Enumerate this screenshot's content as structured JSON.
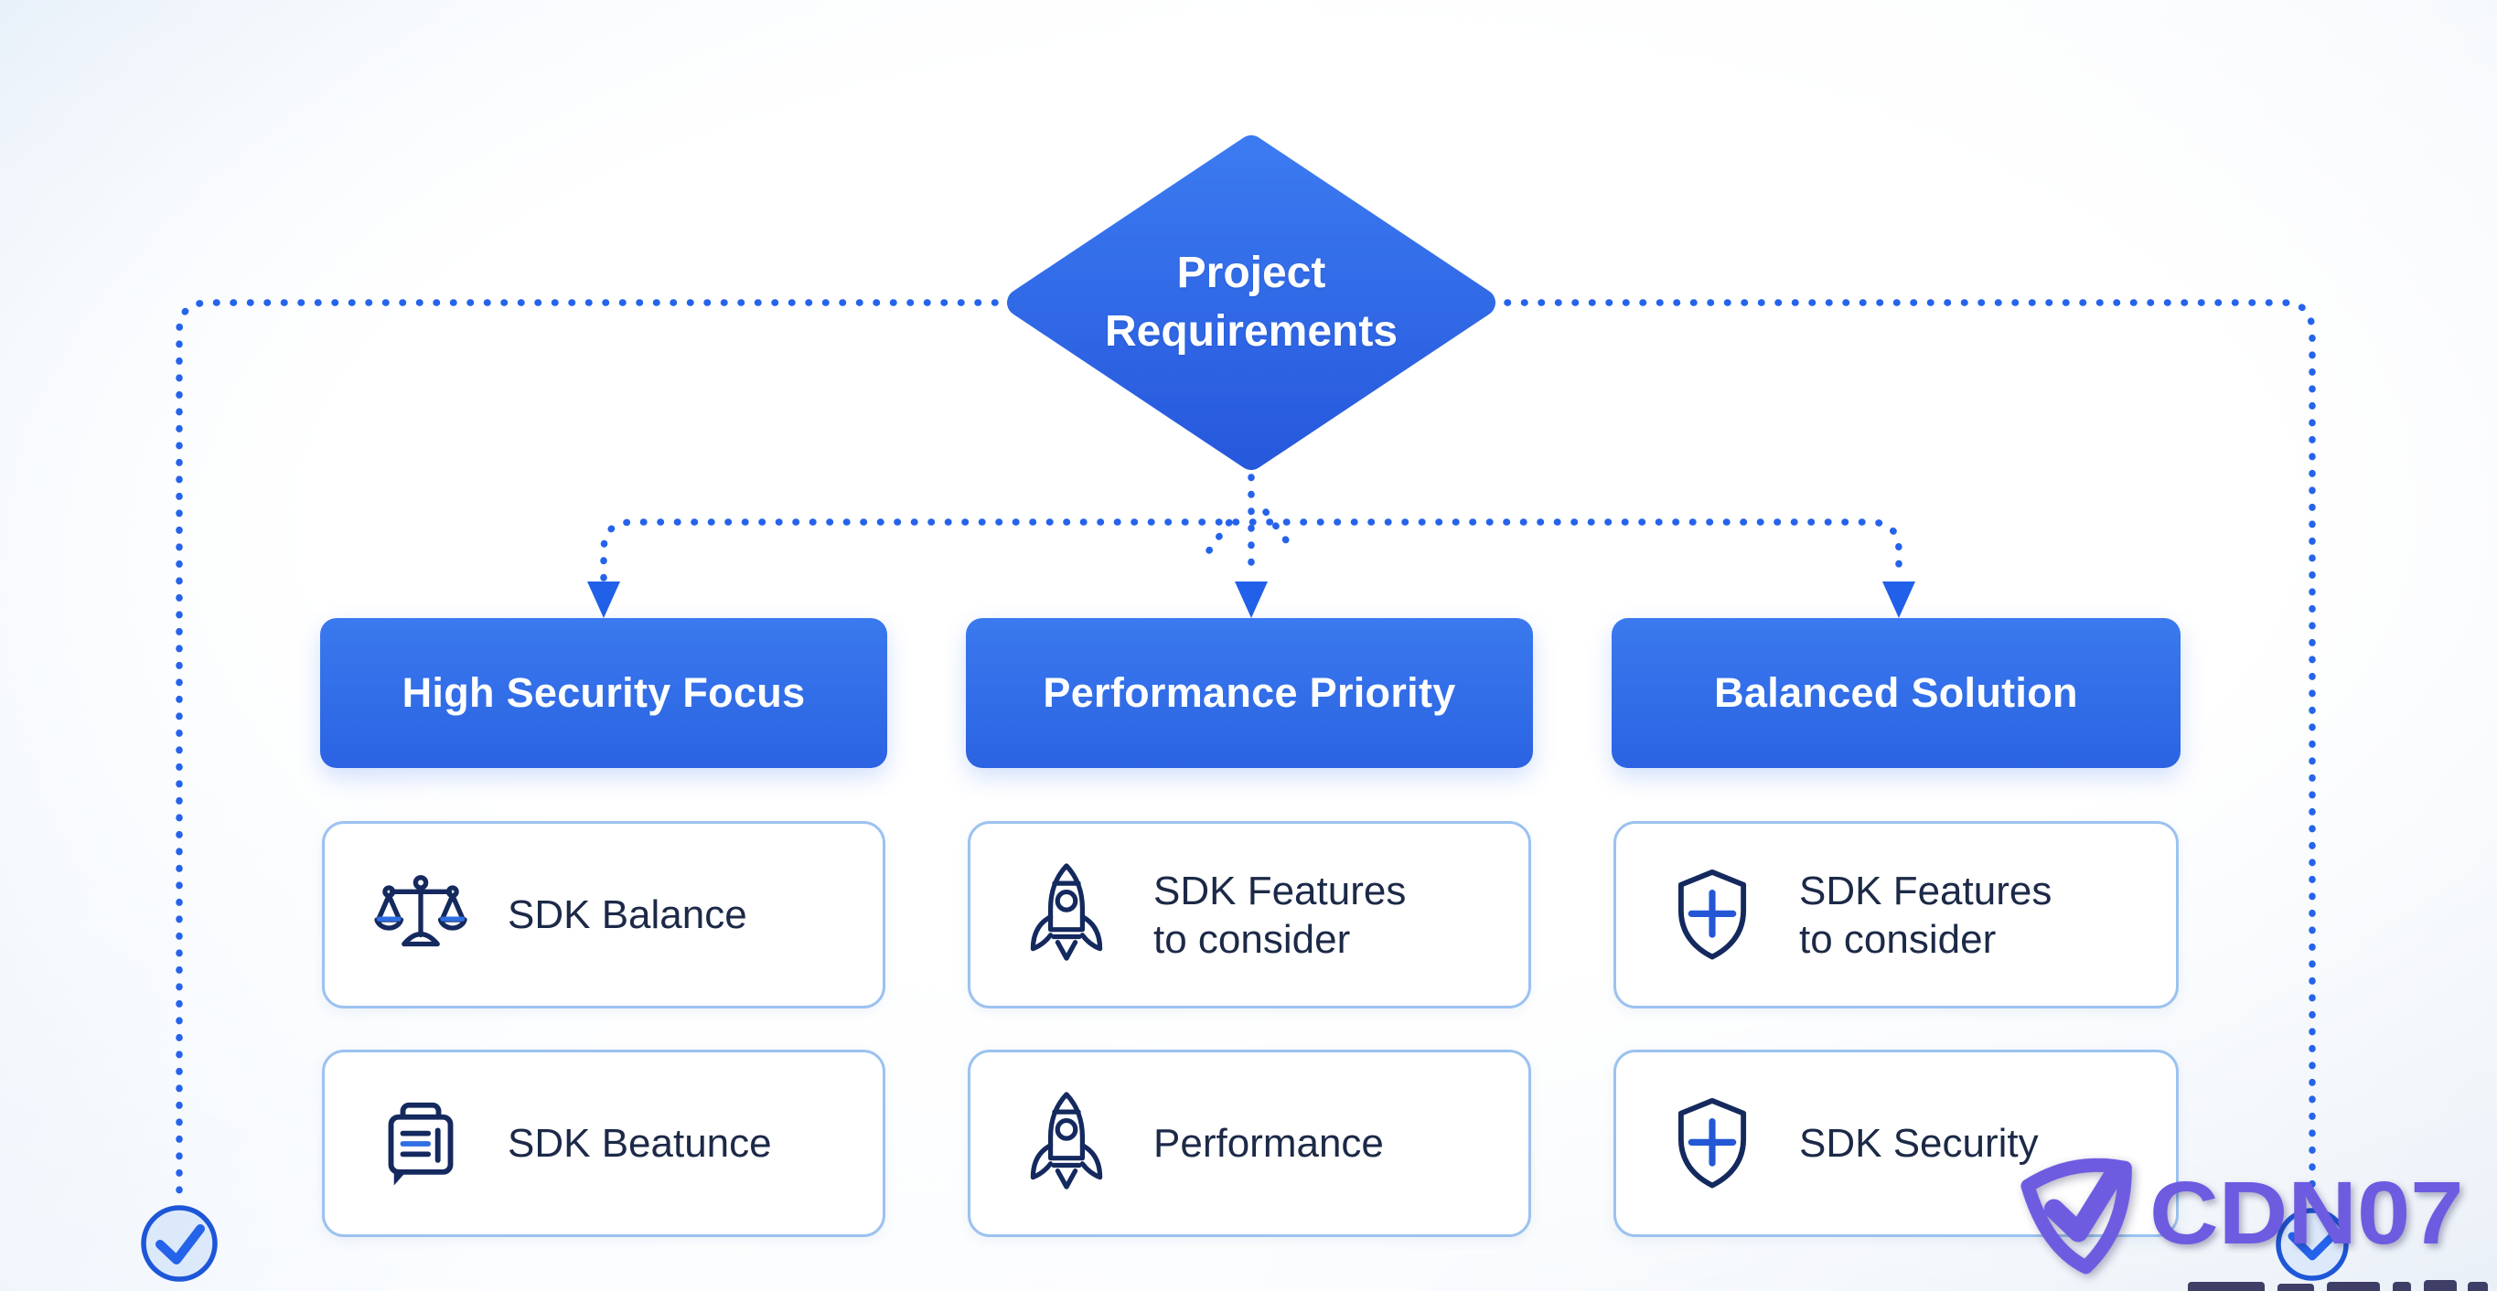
{
  "colors": {
    "primary_blue": "#2c68e4",
    "dotted_line_blue": "#2563eb",
    "icon_navy": "#14295e",
    "icon_accent_blue": "#2f6fe4",
    "card_border_blue": "#9cc2ef",
    "card_text": "#1c2947",
    "watermark_purple": "#6d5be0"
  },
  "diamond": {
    "line1": "Project",
    "line2": "Requirements"
  },
  "columns": [
    {
      "header": "High Security Focus",
      "cards": [
        {
          "icon": "balance-scale-icon",
          "line1": "SDK Balance",
          "line2": ""
        },
        {
          "icon": "document-list-icon",
          "line1": "SDK Beatunce",
          "line2": ""
        }
      ]
    },
    {
      "header": "Performance Priority",
      "cards": [
        {
          "icon": "rocket-icon",
          "line1": "SDK Features",
          "line2": "to consider"
        },
        {
          "icon": "rocket-icon",
          "line1": "Performance",
          "line2": ""
        }
      ]
    },
    {
      "header": "Balanced Solution",
      "cards": [
        {
          "icon": "shield-plus-icon",
          "line1": "SDK Features",
          "line2": "to consider"
        },
        {
          "icon": "shield-plus-icon",
          "line1": "SDK Security",
          "line2": ""
        }
      ]
    }
  ],
  "watermark": {
    "text": "CDN07"
  }
}
